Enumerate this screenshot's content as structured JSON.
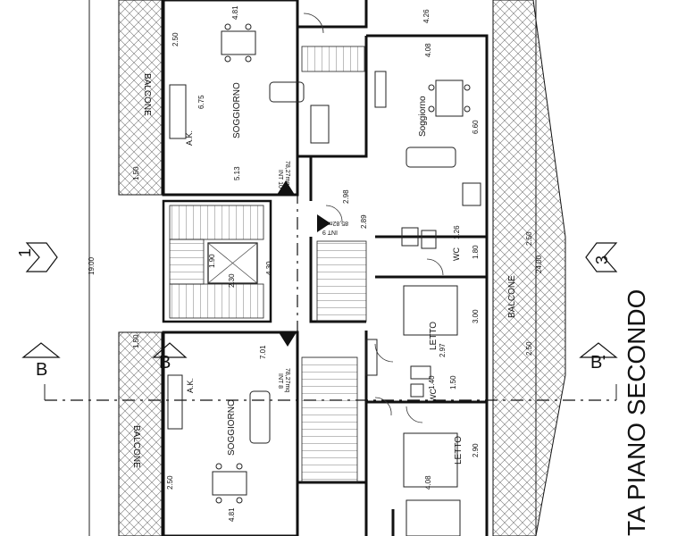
{
  "title": "TA PIANO SECONDO",
  "section_markers": {
    "left_1": "1",
    "right_3": "3",
    "b_left": "B",
    "b_mid": "B",
    "b_right": "B'"
  },
  "rooms": {
    "balcone_top_left": "BALCONE",
    "balcone_bottom_left": "BALCONE",
    "balcone_right": "BALCONE",
    "soggiorno_top_left": "SOGGIORNO",
    "soggiorno_bottom_left": "SOGGIORNO",
    "soggiorno_right": "Soggiorno",
    "ak_top": "A.K.",
    "ak_bottom": "A.K.",
    "letto_1": "LETTO",
    "letto_2": "LETTO",
    "wc_1": "WC",
    "wc_2": "WC"
  },
  "unit_labels": {
    "int10_name": "INT 10",
    "int10_area": "78,27mq",
    "int9_name": "INT 9",
    "int9_area": "85,82mq",
    "int8_name": "INT 8",
    "int8_area": "78,27mq"
  },
  "dimensions": {
    "d_481_top": "4.81",
    "d_250_top": "2.50",
    "d_675": "6.75",
    "d_150_top": "1.50",
    "d_513": "5.13",
    "d_1900": "19.00",
    "d_190": "1.90",
    "d_430": "4.30",
    "d_230": "2.30",
    "d_150_bottom": "1.50",
    "d_701": "7.01",
    "d_250_bottom": "2.50",
    "d_481_bottom": "4.81",
    "d_426": "4.26",
    "d_408_top": "4.08",
    "d_660": "6.60",
    "d_298": "2.98",
    "d_289": "2.89",
    "d_126": "1.26",
    "d_180": "1.80",
    "d_250_right": "2.50",
    "d_2400": "24.00",
    "d_300": "3.00",
    "d_297": "2.97",
    "d_250_mid": "2.50",
    "d_140": "1.40",
    "d_150_wc": "1.50",
    "d_290": "2.90",
    "d_408_bottom": "4.08"
  }
}
